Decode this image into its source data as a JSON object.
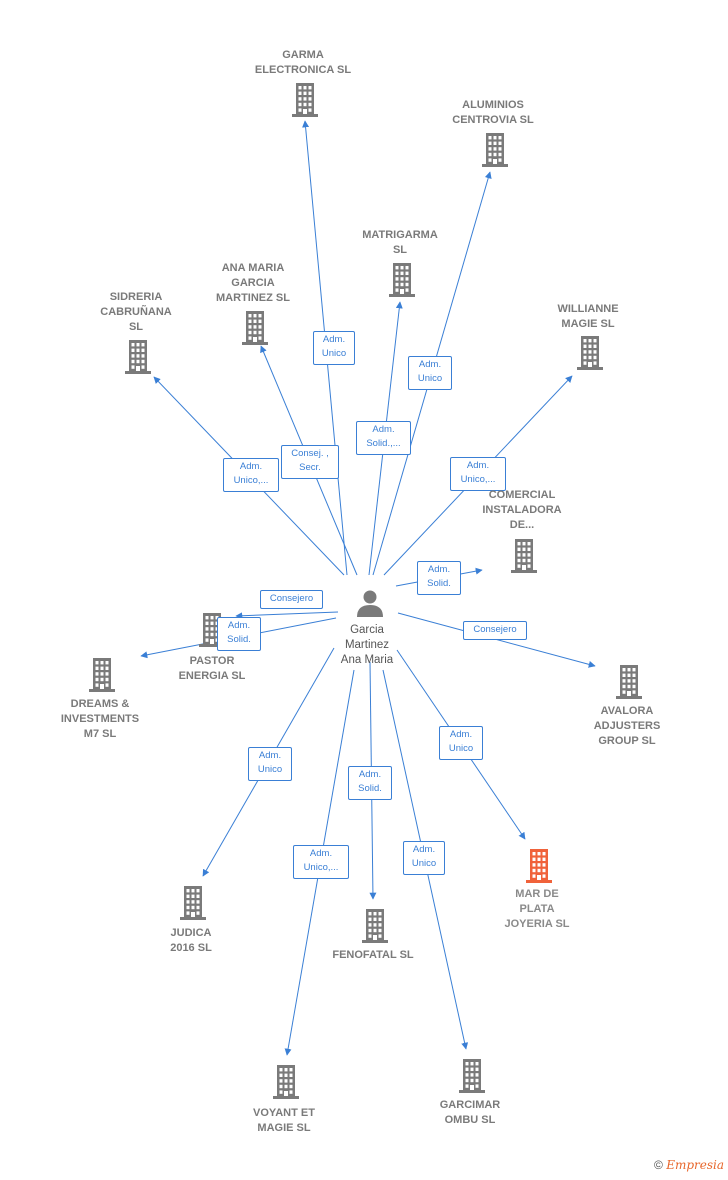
{
  "center": {
    "name": "Garcia\nMartinez\nAna Maria"
  },
  "nodes": [
    {
      "id": "garma",
      "label": "GARMA\nELECTRONICA SL",
      "highlight": false
    },
    {
      "id": "aluminios",
      "label": "ALUMINIOS\nCENTROVIA SL",
      "highlight": false
    },
    {
      "id": "matrigarma",
      "label": "MATRIGARMA\nSL",
      "highlight": false
    },
    {
      "id": "anamaria",
      "label": "ANA MARIA\nGARCIA\nMARTINEZ SL",
      "highlight": false
    },
    {
      "id": "sidreria",
      "label": "SIDRERIA\nCABRUÑANA\nSL",
      "highlight": false
    },
    {
      "id": "willianne",
      "label": "WILLIANNE\nMAGIE  SL",
      "highlight": false
    },
    {
      "id": "comercial",
      "label": "COMERCIAL\nINSTALADORA\nDE...",
      "highlight": false
    },
    {
      "id": "pastor",
      "label": "PASTOR\nENERGIA SL",
      "highlight": false
    },
    {
      "id": "dreams",
      "label": "DREAMS &\nINVESTMENTS\nM7  SL",
      "highlight": false
    },
    {
      "id": "avalora",
      "label": "AVALORA\nADJUSTERS\nGROUP SL",
      "highlight": false
    },
    {
      "id": "judica",
      "label": "JUDICA\n2016  SL",
      "highlight": false
    },
    {
      "id": "fenofatal",
      "label": "FENOFATAL  SL",
      "highlight": false
    },
    {
      "id": "mardeplata",
      "label": "MAR DE\nPLATA\nJOYERIA  SL",
      "highlight": true
    },
    {
      "id": "voyant",
      "label": "VOYANT ET\nMAGIE  SL",
      "highlight": false
    },
    {
      "id": "garcimar",
      "label": "GARCIMAR\nOMBU  SL",
      "highlight": false
    }
  ],
  "edges": [
    {
      "to": "garma",
      "label": "Adm.\nUnico"
    },
    {
      "to": "aluminios",
      "label": "Adm.\nUnico"
    },
    {
      "to": "matrigarma",
      "label": "Adm.\nSolid.,..."
    },
    {
      "to": "anamaria",
      "label": "Consej. ,\nSecr."
    },
    {
      "to": "sidreria",
      "label": "Adm.\nUnico,..."
    },
    {
      "to": "willianne",
      "label": "Adm.\nUnico,..."
    },
    {
      "to": "comercial",
      "label": "Adm.\nSolid."
    },
    {
      "to": "pastor",
      "label": "Consejero"
    },
    {
      "to": "dreams",
      "label": "Adm.\nSolid."
    },
    {
      "to": "avalora",
      "label": "Consejero"
    },
    {
      "to": "judica",
      "label": "Adm.\nUnico"
    },
    {
      "to": "fenofatal",
      "label": "Adm.\nSolid."
    },
    {
      "to": "mardeplata",
      "label": "Adm.\nUnico"
    },
    {
      "to": "voyant",
      "label": "Adm.\nUnico,..."
    },
    {
      "to": "garcimar",
      "label": "Adm.\nUnico"
    }
  ],
  "colors": {
    "edge": "#3a7fd5",
    "building": "#7a7a7a",
    "highlight": "#f0623a",
    "person": "#7a7a7a"
  },
  "footer": {
    "copyright": "©",
    "brand": "Empresia"
  }
}
